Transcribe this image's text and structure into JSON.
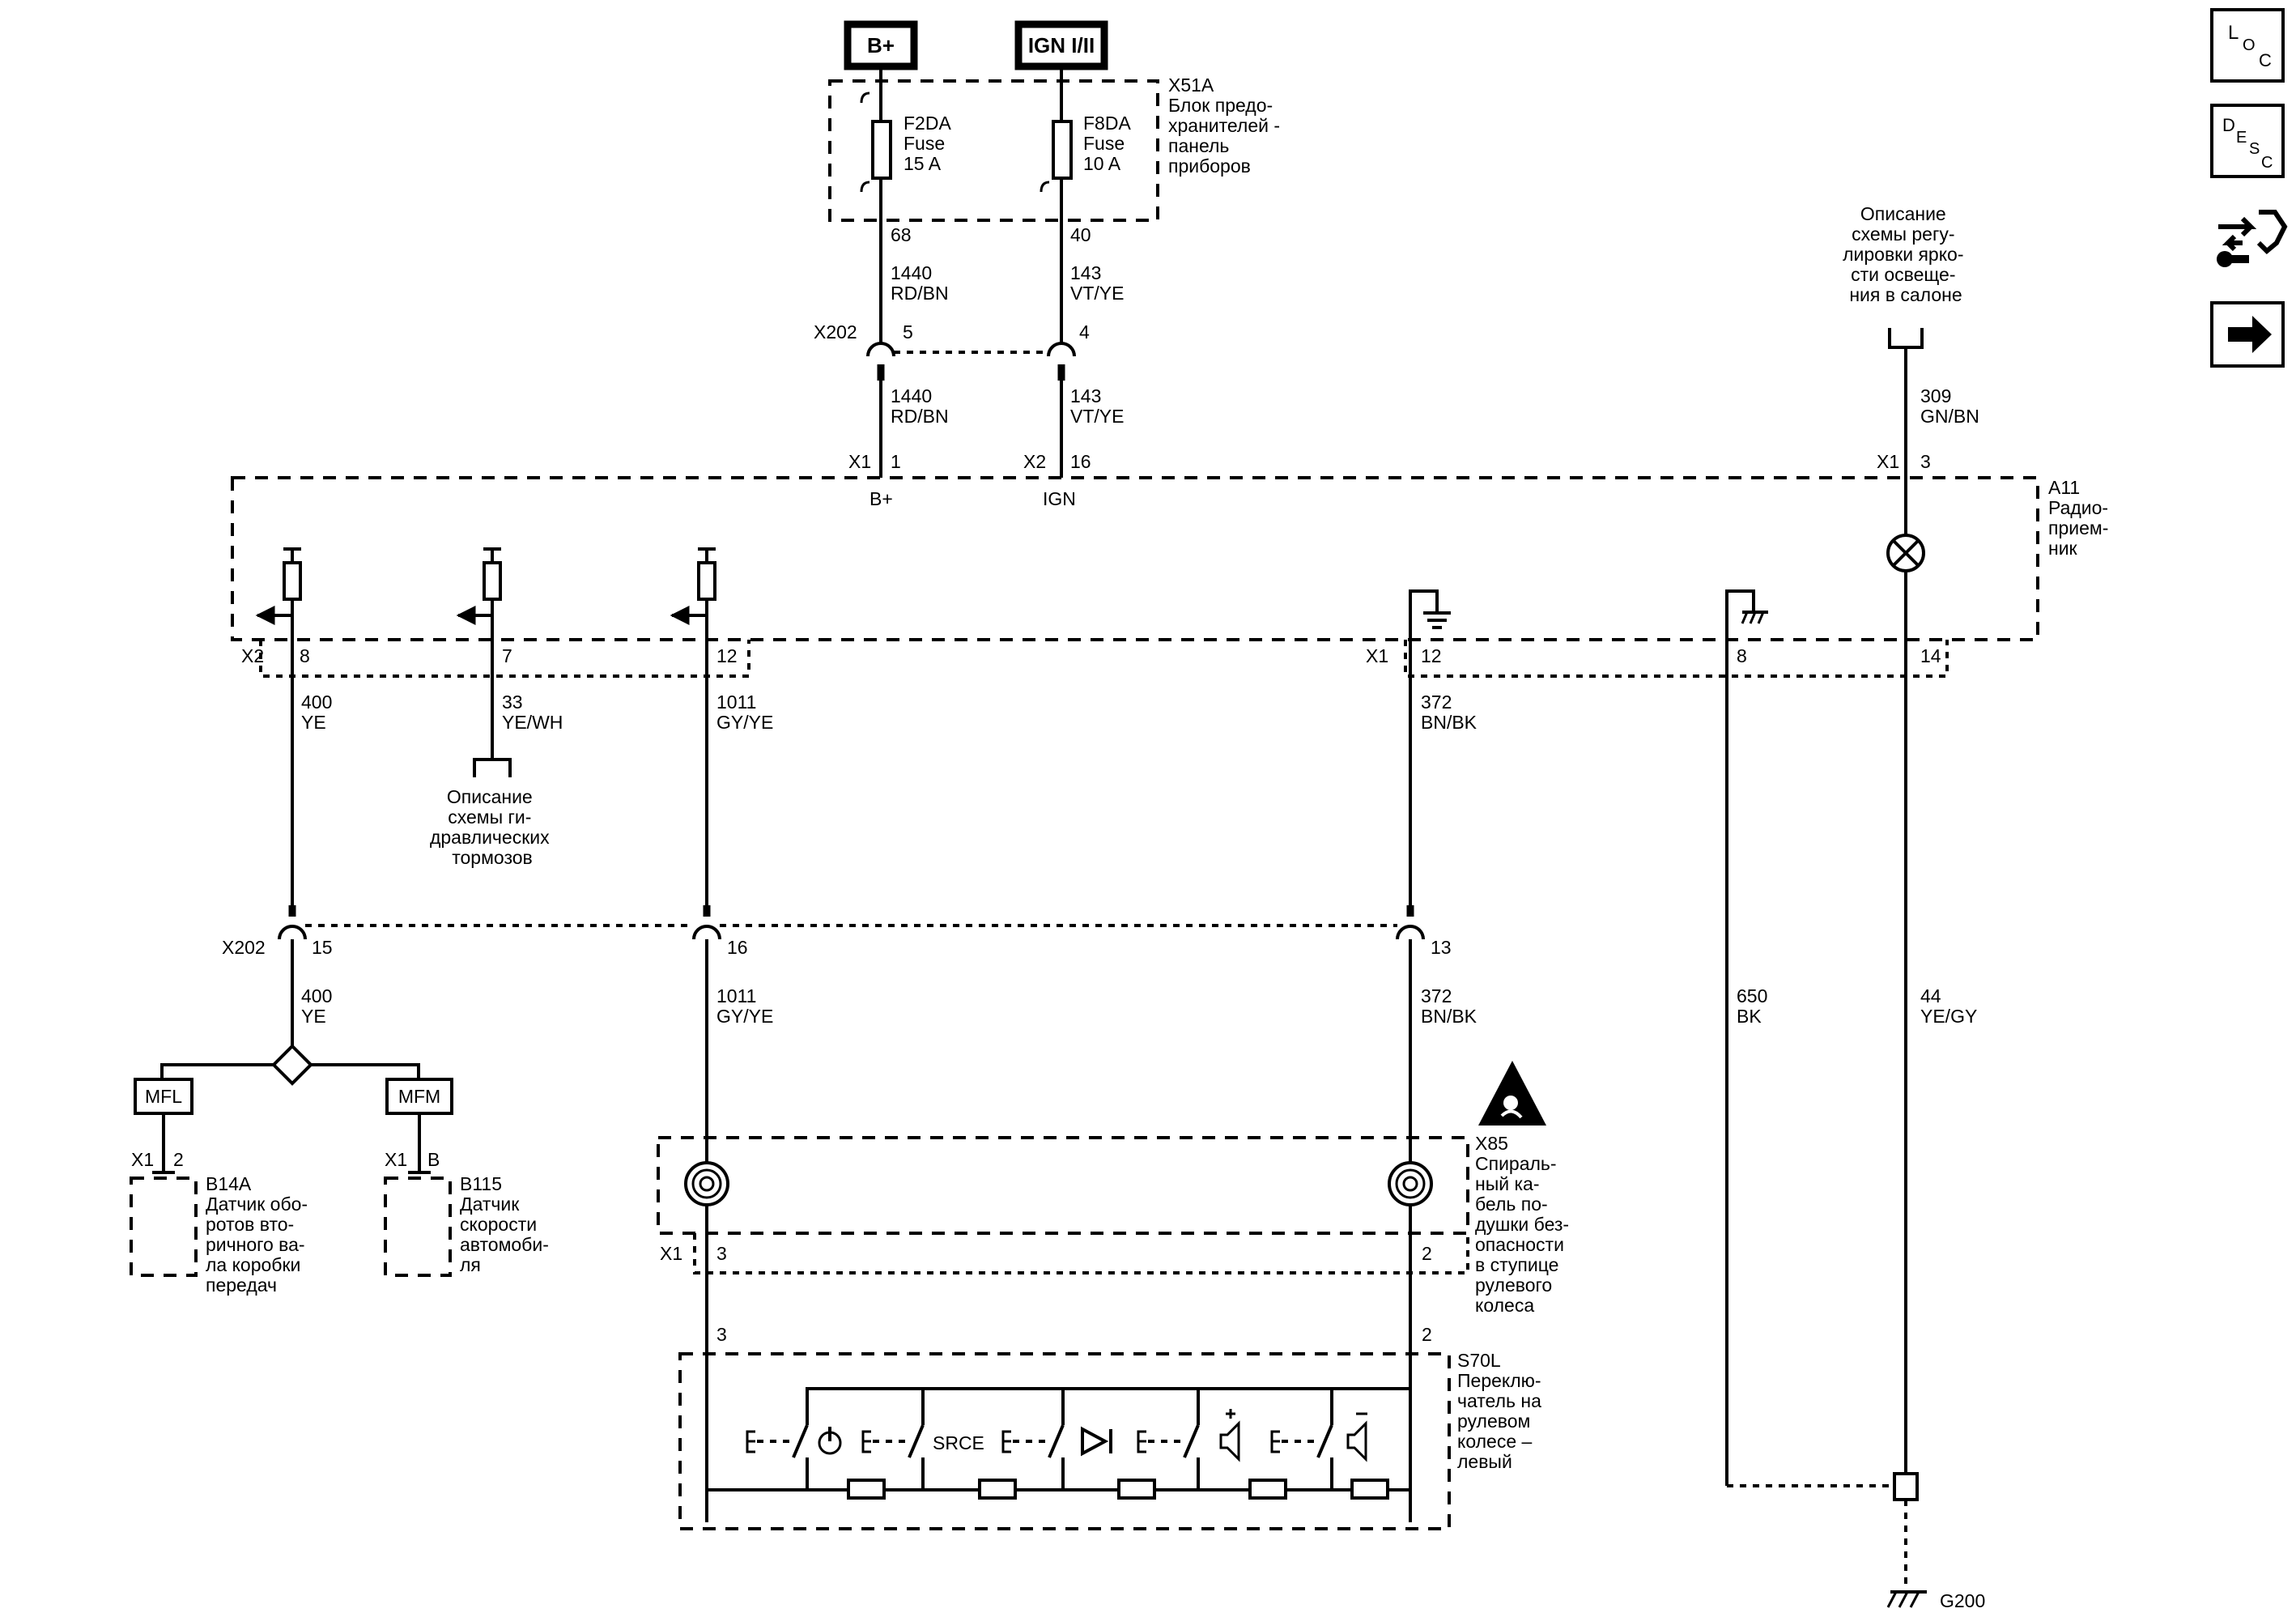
{
  "supply": {
    "bplus": "B+",
    "ign": "IGN I/II"
  },
  "fuse_block": {
    "id": "X51A",
    "desc": [
      "Блок предо-",
      "хранителей -",
      "панель",
      "приборов"
    ],
    "fuse1": [
      "F2DA",
      "Fuse",
      "15 A"
    ],
    "fuse2": [
      "F8DA",
      "Fuse",
      "10 A"
    ],
    "pin1": "68",
    "pin2": "40"
  },
  "wires": {
    "w1440_num": "1440",
    "w1440_col": "RD/BN",
    "w143_num": "143",
    "w143_col": "VT/YE",
    "w309_num": "309",
    "w309_col": "GN/BN",
    "w400_num": "400",
    "w400_col": "YE",
    "w33_num": "33",
    "w33_col": "YE/WH",
    "w1011_num": "1011",
    "w1011_col": "GY/YE",
    "w372_num": "372",
    "w372_col": "BN/BK",
    "w650_num": "650",
    "w650_col": "BK",
    "w44_num": "44",
    "w44_col": "YE/GY"
  },
  "connectors": {
    "x202": "X202",
    "x1": "X1",
    "x2": "X2",
    "p5": "5",
    "p4": "4",
    "p1": "1",
    "p16": "16",
    "p3": "3",
    "p8": "8",
    "p7": "7",
    "p12": "12",
    "p14": "14",
    "p15": "15",
    "p13": "13",
    "p2": "2",
    "pB": "B"
  },
  "radio": {
    "id": "A11",
    "desc": [
      "Радио-",
      "прием-",
      "ник"
    ],
    "bplus_label": "B+",
    "ign_label": "IGN"
  },
  "brightness_note": [
    "Описание",
    "схемы регу-",
    "лировки ярко-",
    "сти освеще-",
    "ния в салоне"
  ],
  "brake_note": [
    "Описание",
    "схемы ги-",
    "дравлических",
    "тормозов"
  ],
  "mfl": "MFL",
  "mfm": "MFM",
  "b14a": {
    "id": "B14A",
    "desc": [
      "Датчик обо-",
      "ротов вто-",
      "ричного ва-",
      "ла коробки",
      "передач"
    ]
  },
  "b115": {
    "id": "B115",
    "desc": [
      "Датчик",
      "скорости",
      "автомоби-",
      "ля"
    ]
  },
  "x85": {
    "id": "X85",
    "desc": [
      "Спираль-",
      "ный ка-",
      "бель по-",
      "душки без-",
      "опасности",
      "в ступице",
      "рулевого",
      "колеса"
    ]
  },
  "s70l": {
    "id": "S70L",
    "desc": [
      "Переклю-",
      "чатель на",
      "рулевом",
      "колесе –",
      "левый"
    ]
  },
  "srce": "SRCE",
  "ground": "G200",
  "sidebar": {
    "loc": [
      "L",
      "O",
      "C"
    ],
    "desc": [
      "D",
      "E",
      "S",
      "C"
    ]
  }
}
